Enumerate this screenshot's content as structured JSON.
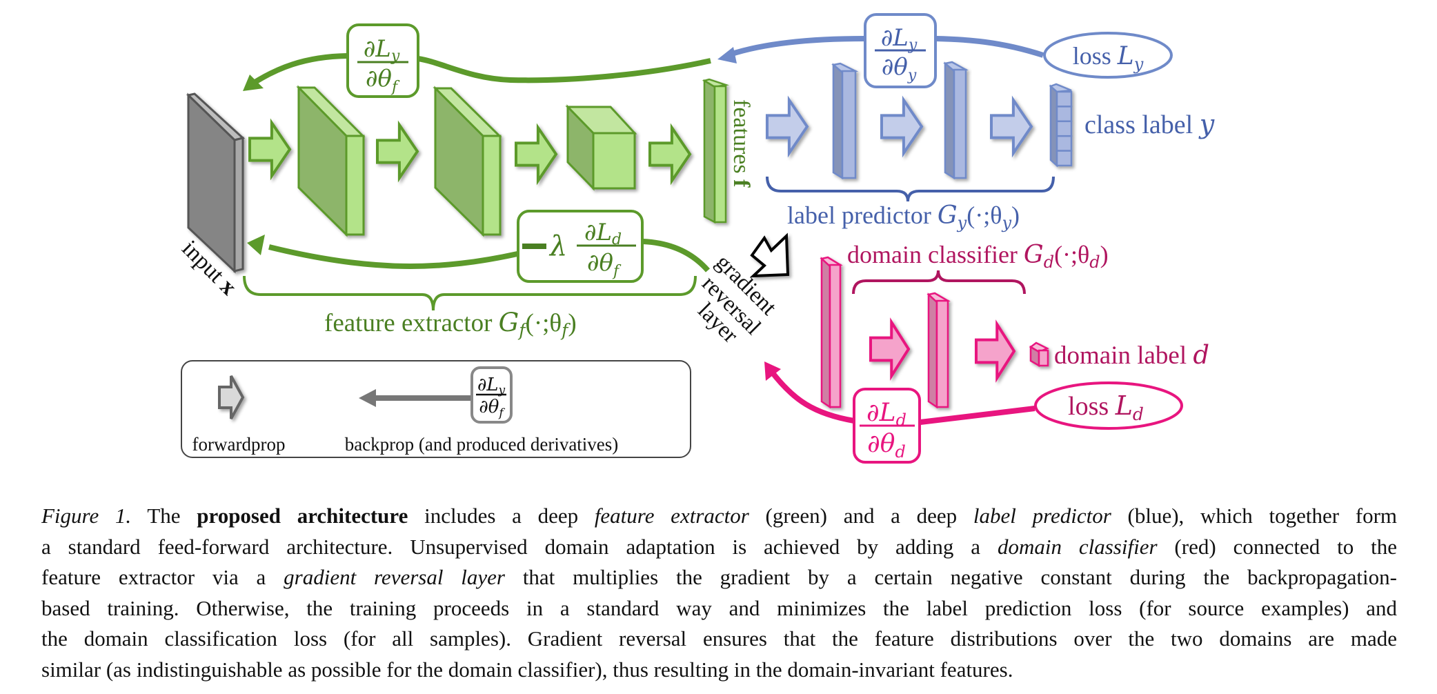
{
  "figure": {
    "colors": {
      "green": "#5c9a2b",
      "green_dark": "#4a7f22",
      "green_light": "#b3e389",
      "green_side": "#8db56a",
      "blue": "#6f8ac9",
      "blue_text": "#4560aa",
      "blue_light": "#aab8e0",
      "blue_side": "#8593b8",
      "pink": "#e8157f",
      "pink_text": "#b0155f",
      "pink_light": "#f5a3cb",
      "pink_side": "#cf7fa4",
      "gray": "#666666",
      "gray_light": "#d9d9d9"
    },
    "input_label": {
      "text": "input ",
      "var": "x"
    },
    "features_label": {
      "text": "features ",
      "var": "f"
    },
    "feature_extractor_label": {
      "text": "feature extractor ",
      "math": "G",
      "sub": "f",
      "args": "(·;θ",
      "args_sub": "f",
      "close": ")"
    },
    "label_predictor_label": {
      "text": "label predictor ",
      "math": "G",
      "sub": "y",
      "args": "(·;θ",
      "args_sub": "y",
      "close": ")"
    },
    "domain_classifier_label": {
      "text": "domain classifier ",
      "math": "G",
      "sub": "d",
      "args": "(·;θ",
      "args_sub": "d",
      "close": ")"
    },
    "class_label": {
      "text": "class label ",
      "var": "y"
    },
    "domain_label": {
      "text": "domain label ",
      "var": "d"
    },
    "loss_y": {
      "text": "loss ",
      "var": "L",
      "sub": "y"
    },
    "loss_d": {
      "text": "loss ",
      "var": "L",
      "sub": "d"
    },
    "grl_label": [
      "gradient",
      "reversal",
      "layer"
    ],
    "deriv_green_top": {
      "num": "∂L",
      "num_sub": "y",
      "den": "∂θ",
      "den_sub": "f"
    },
    "deriv_blue": {
      "num": "∂L",
      "num_sub": "y",
      "den": "∂θ",
      "den_sub": "y"
    },
    "deriv_lambda": {
      "prefix": "−λ",
      "num": "∂L",
      "num_sub": "d",
      "den": "∂θ",
      "den_sub": "f"
    },
    "deriv_pink": {
      "num": "∂L",
      "num_sub": "d",
      "den": "∂θ",
      "den_sub": "d"
    },
    "legend": {
      "forwardprop": "forwardprop",
      "backprop": "backprop (and produced derivatives)",
      "deriv": {
        "num": "∂L",
        "num_sub": "y",
        "den": "∂θ",
        "den_sub": "f"
      }
    },
    "class_output_cells": 5
  },
  "caption": {
    "lines": [
      [
        {
          "t": "Figure 1.",
          "s": "i"
        },
        {
          "t": " The "
        },
        {
          "t": "proposed architecture",
          "s": "b"
        },
        {
          "t": " includes a deep "
        },
        {
          "t": "feature extractor",
          "s": "i"
        },
        {
          "t": " (green) and a deep "
        },
        {
          "t": "label predictor",
          "s": "i"
        },
        {
          "t": " (blue), which together form"
        }
      ],
      [
        {
          "t": "a standard feed-forward architecture. Unsupervised domain adaptation is achieved by adding a "
        },
        {
          "t": "domain classifier",
          "s": "i"
        },
        {
          "t": " (red) connected to the"
        }
      ],
      [
        {
          "t": "feature extractor via a "
        },
        {
          "t": "gradient reversal layer",
          "s": "i"
        },
        {
          "t": " that multiplies the gradient by a certain negative constant during the backpropagation-"
        }
      ],
      [
        {
          "t": "based training.  Otherwise, the training proceeds in a standard way and minimizes the label prediction loss (for source examples) and"
        }
      ],
      [
        {
          "t": "the domain classification loss (for all samples).  Gradient reversal ensures that the feature distributions over the two domains are made"
        }
      ],
      [
        {
          "t": "similar (as indistinguishable as possible for the domain classifier), thus resulting in the domain-invariant features."
        }
      ]
    ]
  }
}
